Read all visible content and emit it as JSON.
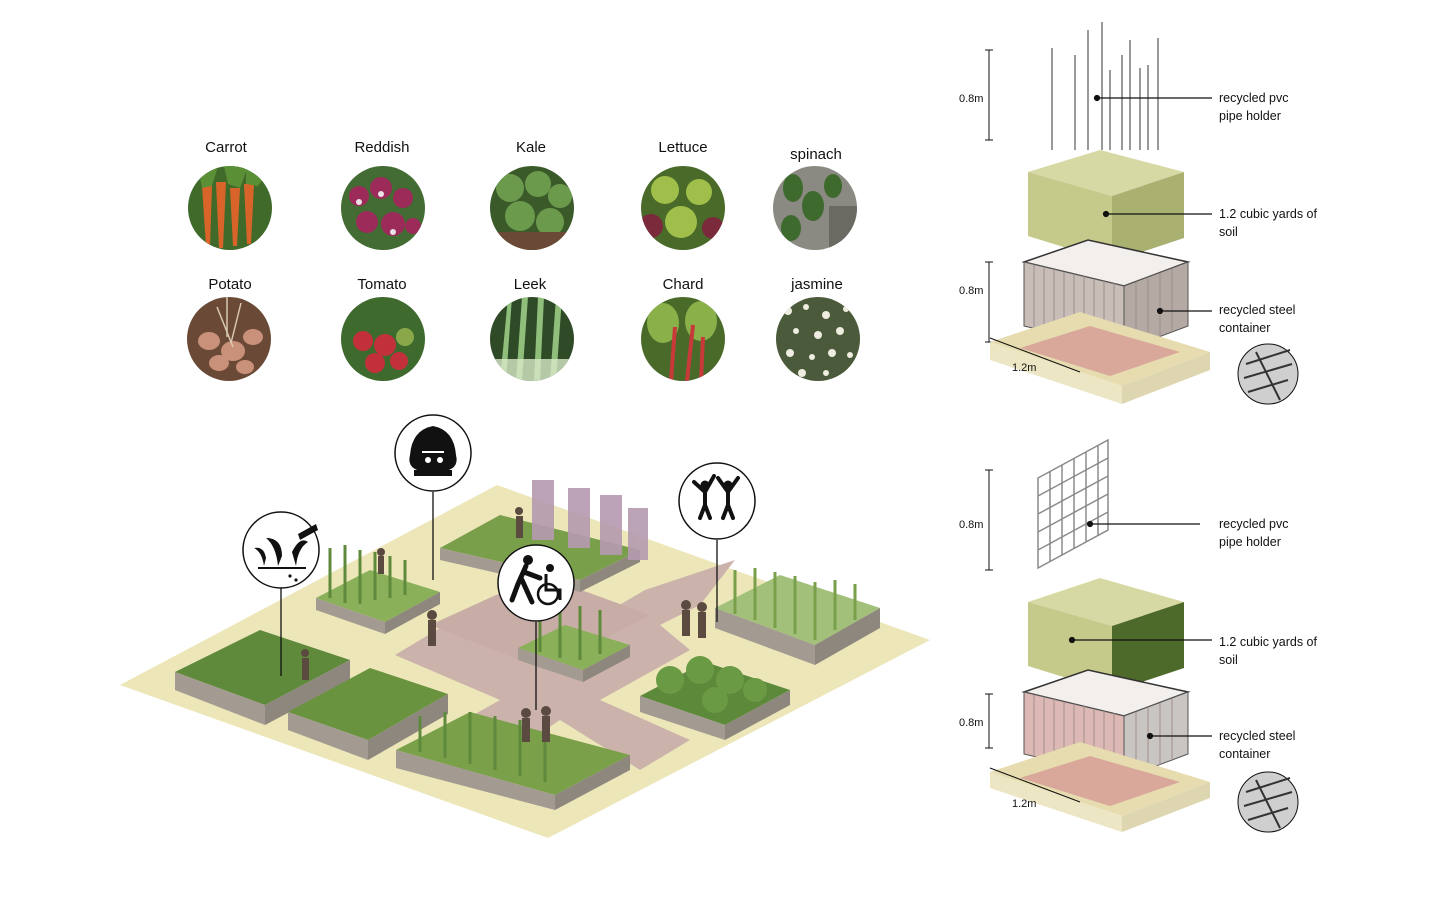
{
  "crops": [
    {
      "name": "Carrot",
      "color": "#d9642a"
    },
    {
      "name": "Reddish",
      "color": "#9c2b59"
    },
    {
      "name": "Kale",
      "color": "#4f7b3c"
    },
    {
      "name": "Lettuce",
      "color": "#7a9a3a"
    },
    {
      "name": "spinach",
      "color": "#3e6a2e"
    },
    {
      "name": "Potato",
      "color": "#a5715a"
    },
    {
      "name": "Tomato",
      "color": "#b8313a"
    },
    {
      "name": "Leek",
      "color": "#6f9a5a"
    },
    {
      "name": "Chard",
      "color": "#b04a3a"
    },
    {
      "name": "jasmine",
      "color": "#d8d8c8"
    }
  ],
  "module_top": {
    "pipe_label": "recycled pvc\npipe holder",
    "soil_label": "1.2 cubic yards of\nsoil",
    "container_label": "recycled steel\ncontainer",
    "dim_upper": "0.8m",
    "dim_lower": "0.8m",
    "dim_base": "1.2m"
  },
  "module_bottom": {
    "pipe_label": "recycled pvc\npipe holder",
    "soil_label": "1.2 cubic yards of\nsoil",
    "container_label": "recycled steel\ncontainer",
    "dim_upper": "0.8m",
    "dim_lower": "0.8m",
    "dim_base": "1.2m"
  },
  "icons": [
    "planting-icon",
    "community-tree-icon",
    "accessibility-icon",
    "celebration-icon"
  ],
  "colors": {
    "grass": "#ece6b8",
    "paving": "#cbb3ac",
    "planter": "#a39b91",
    "plants": "#5f8a3c",
    "soil": "#c5c98a",
    "container": "#c9bdb8"
  }
}
